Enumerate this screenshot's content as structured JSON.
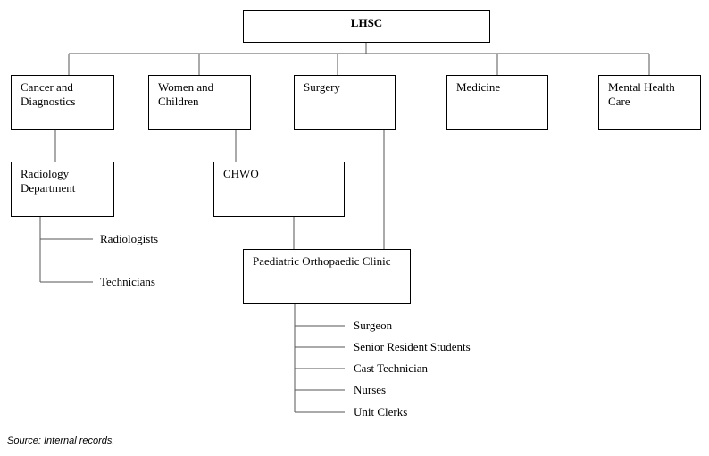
{
  "root": {
    "label": "LHSC"
  },
  "divisions": [
    {
      "id": "cancer",
      "label": "Cancer and\nDiagnostics"
    },
    {
      "id": "women",
      "label": "Women and\nChildren"
    },
    {
      "id": "surgery",
      "label": "Surgery"
    },
    {
      "id": "medicine",
      "label": "Medicine"
    },
    {
      "id": "mental",
      "label": "Mental Health\nCare"
    }
  ],
  "units": [
    {
      "id": "radiology",
      "label": "Radiology\nDepartment"
    },
    {
      "id": "chwo",
      "label": "CHWO"
    },
    {
      "id": "clinic",
      "label": "Paediatric Orthopaedic Clinic"
    }
  ],
  "radiology_staff": [
    "Radiologists",
    "Technicians"
  ],
  "clinic_staff": [
    "Surgeon",
    "Senior Resident Students",
    "Cast Technician",
    "Nurses",
    "Unit Clerks"
  ],
  "source_note": "Source: Internal records."
}
